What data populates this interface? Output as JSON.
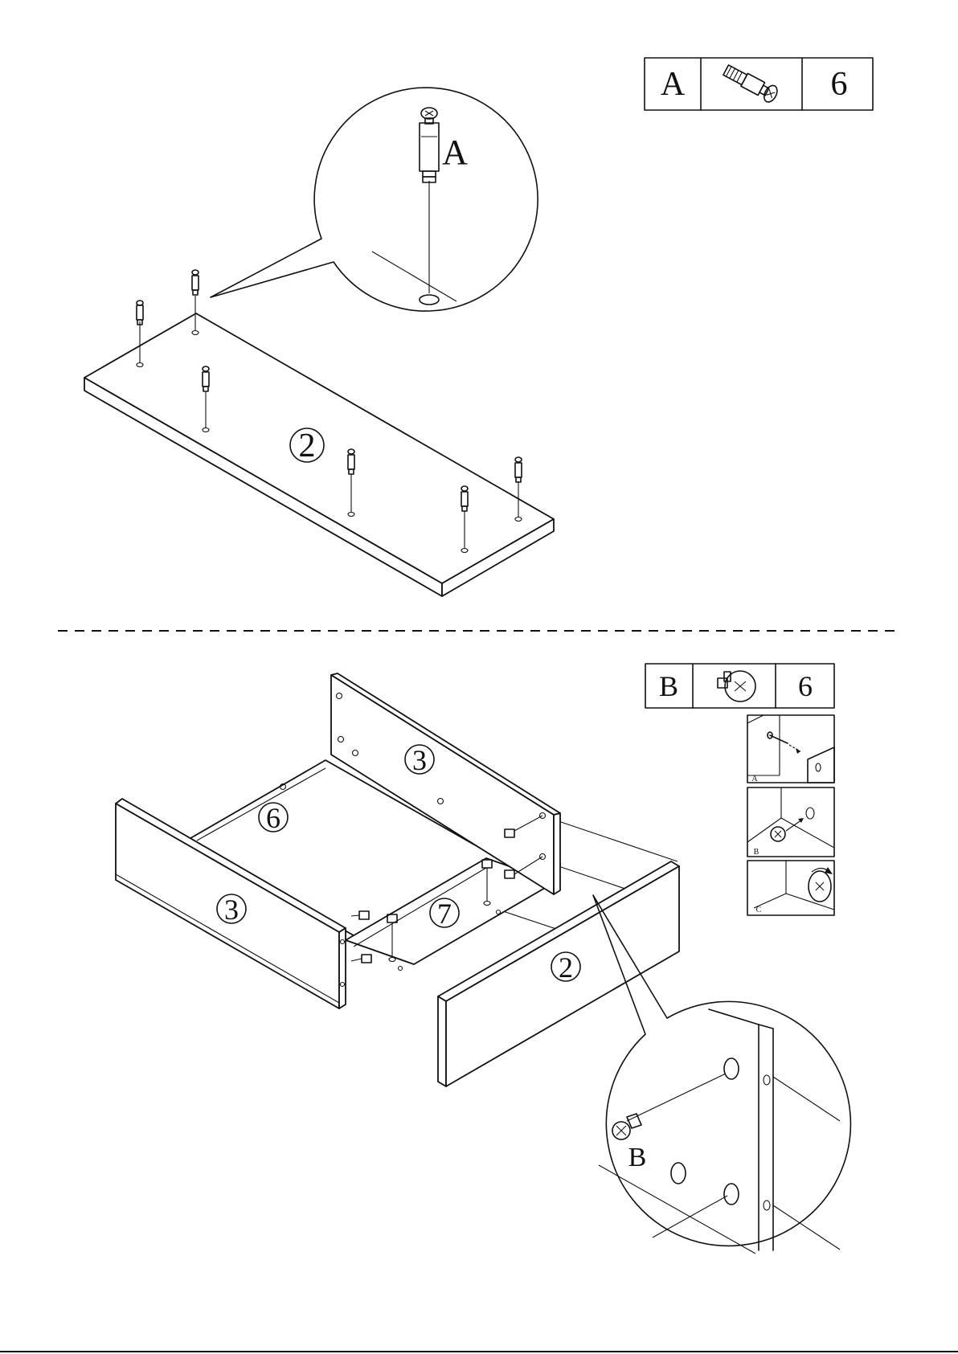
{
  "step1": {
    "hardware": {
      "letter": "A",
      "quantity": "6",
      "icon": "cam-bolt-icon"
    },
    "callout_label": "A",
    "panel_label": "2"
  },
  "step2": {
    "hardware": {
      "letter": "B",
      "quantity": "6",
      "icon": "cam-lock-icon"
    },
    "substeps": [
      {
        "label": "A"
      },
      {
        "label": "B"
      },
      {
        "label": "C"
      }
    ],
    "panel_labels": {
      "back": "3",
      "bottom": "6",
      "side_left": "3",
      "middle": "7",
      "front": "2"
    },
    "callout_label": "B"
  }
}
